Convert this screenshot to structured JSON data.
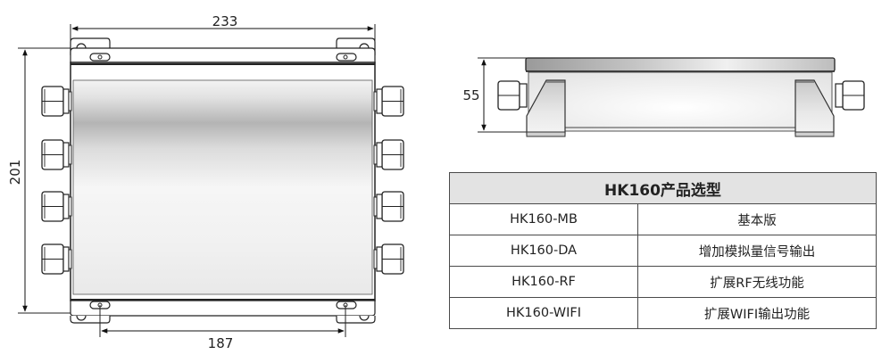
{
  "front_view": {
    "dimensions": {
      "overall_width": "233",
      "overall_height": "201",
      "mounting_hole_spacing": "187"
    },
    "cable_glands_per_side": 4
  },
  "side_view": {
    "dimensions": {
      "height": "55"
    }
  },
  "selection_table": {
    "title": "HK160产品选型",
    "rows": [
      {
        "model": "HK160-MB",
        "description": "基本版"
      },
      {
        "model": "HK160-DA",
        "description": "增加模拟量信号输出"
      },
      {
        "model": "HK160-RF",
        "description": "扩展RF无线功能"
      },
      {
        "model": "HK160-WIFI",
        "description": "扩展WIFI输出功能"
      }
    ]
  },
  "colors": {
    "line": "#222222",
    "table_header_bg": "#e3e3e3",
    "table_border": "#4a4a4a"
  }
}
